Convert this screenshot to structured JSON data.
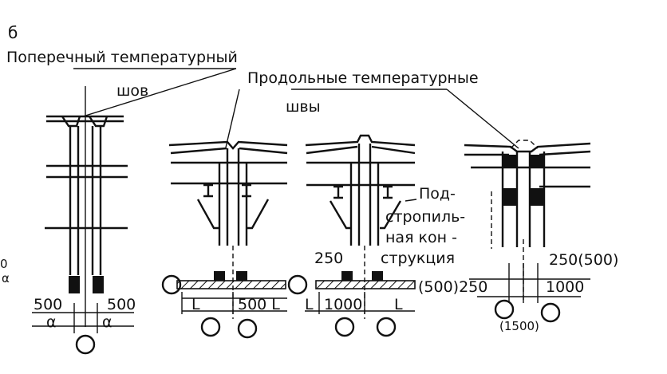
{
  "figure": {
    "panel_letter": "б",
    "label_transverse_line1": "Поперечный температурный",
    "label_transverse_line2": "шов",
    "label_longitudinal_line1": "Продольные температурные",
    "label_longitudinal_line2": "швы",
    "label_truss_1": "Под-",
    "label_truss_2": "стропиль-",
    "label_truss_3": "ная кон -",
    "label_truss_4": "струкция",
    "dims": {
      "d500_left": "500",
      "d500_right": "500",
      "a_left": "α",
      "a_right": "α",
      "edge_fragment_1": "0",
      "edge_fragment_2": "α",
      "L_left_2": "L",
      "d500L": "500 L",
      "d250": "250",
      "L_left_3": "L",
      "d1000": "1000",
      "L_right_3": "L",
      "d250_500": "250(500)",
      "d500_250": "(500)250",
      "d1000_4": "1000",
      "d1500": "(1500)"
    }
  }
}
